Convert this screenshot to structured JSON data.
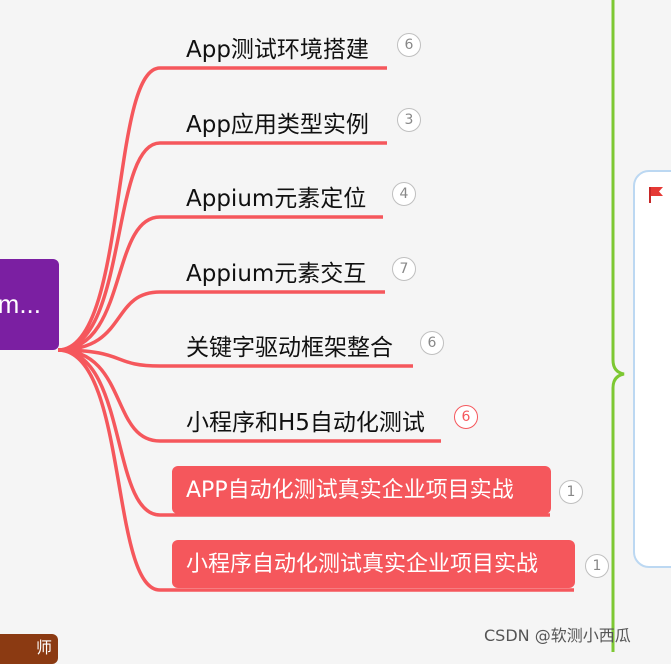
{
  "root": {
    "label": "m..."
  },
  "bottom_node": {
    "label": "师"
  },
  "branches": [
    {
      "label": "App测试环境搭建",
      "count": "6",
      "style": "plain"
    },
    {
      "label": "App应用类型实例",
      "count": "3",
      "style": "plain"
    },
    {
      "label": "Appium元素定位",
      "count": "4",
      "style": "plain"
    },
    {
      "label": "Appium元素交互",
      "count": "7",
      "style": "plain"
    },
    {
      "label": "关键字驱动框架整合",
      "count": "6",
      "style": "plain"
    },
    {
      "label": "小程序和H5自动化测试",
      "count": "6",
      "style": "plain-red-badge"
    },
    {
      "label": "APP自动化测试真实企业项目实战",
      "count": "1",
      "style": "highlight"
    },
    {
      "label": "小程序自动化测试真实企业项目实战",
      "count": "1",
      "style": "highlight"
    }
  ],
  "watermark": "CSDN @软测小西瓜",
  "colors": {
    "branch": "#f5575c",
    "root": "#7b1fa2",
    "divider": "#7dc832",
    "panel_border": "#bcd8f2",
    "flag": "#e53935"
  },
  "icons": {
    "flag": "flag-icon"
  }
}
